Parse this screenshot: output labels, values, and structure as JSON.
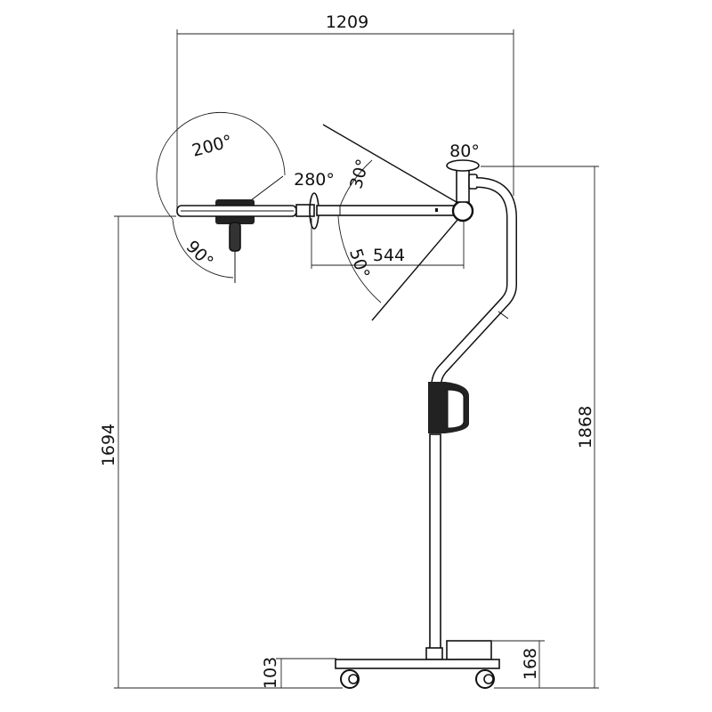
{
  "title": "Mobile examination lamp dimension drawing",
  "dimensions": {
    "overall_width": "1209",
    "overall_height": "1868",
    "head_height": "1694",
    "arm_length": "544",
    "base_height": "103",
    "box_height": "168"
  },
  "angles": {
    "head_rotation_large": "200°",
    "head_rotation_axis": "280°",
    "head_tilt": "90°",
    "arm_up": "30°",
    "arm_down": "50°",
    "joint_rotation": "80°"
  },
  "colors": {
    "line": "#111111",
    "background": "#ffffff"
  }
}
